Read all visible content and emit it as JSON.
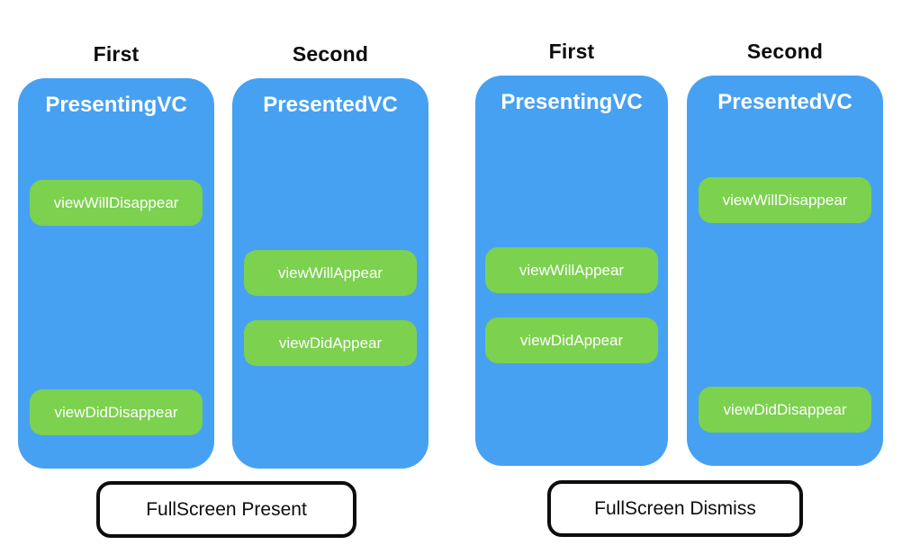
{
  "colors": {
    "card_blue": "#47a1f2",
    "event_green": "#7cd14e",
    "card_text": "#ffffff",
    "label_text": "#0b0b0b",
    "caption_border": "#0d0d0d"
  },
  "groups": [
    {
      "caption": "FullScreen Present",
      "columns": [
        {
          "label": "First",
          "card_title": "PresentingVC",
          "events": [
            {
              "name": "viewWillDisappear"
            },
            {
              "name": "viewDidDisappear"
            }
          ]
        },
        {
          "label": "Second",
          "card_title": "PresentedVC",
          "events": [
            {
              "name": "viewWillAppear"
            },
            {
              "name": "viewDidAppear"
            }
          ]
        }
      ]
    },
    {
      "caption": "FullScreen Dismiss",
      "columns": [
        {
          "label": "First",
          "card_title": "PresentingVC",
          "events": [
            {
              "name": "viewWillAppear"
            },
            {
              "name": "viewDidAppear"
            }
          ]
        },
        {
          "label": "Second",
          "card_title": "PresentedVC",
          "events": [
            {
              "name": "viewWillDisappear"
            },
            {
              "name": "viewDidDisappear"
            }
          ]
        }
      ]
    }
  ]
}
